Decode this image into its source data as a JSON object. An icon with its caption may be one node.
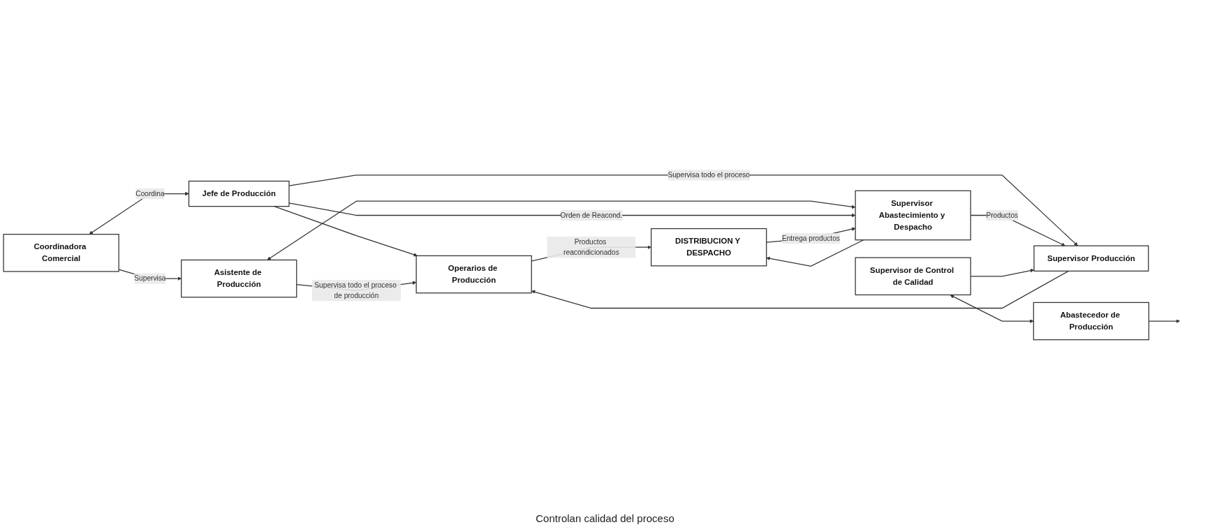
{
  "diagram": {
    "nodes": [
      {
        "text": [
          "Coordinadora Comercial"
        ]
      },
      {
        "text": [
          "Asistente de Producción"
        ]
      },
      {
        "text": [
          "Jefe de Producción"
        ]
      },
      {
        "text": [
          "Supervisor Abastecimiento y Despacho"
        ]
      },
      {
        "text": [
          "Supervisor Producción"
        ]
      },
      {
        "text": [
          "Operarios de Producción"
        ]
      },
      {
        "text": [
          "Supervisor de Control de Calidad"
        ]
      },
      {
        "text": [
          "Abastecedor de Producción"
        ]
      },
      {
        "text": [
          "DISTRIBUCION Y DESPACHO"
        ]
      }
    ],
    "edges": [
      {
        "from": 0,
        "to": 1,
        "arrow": "to",
        "label": "Supervisa"
      },
      {
        "from": 0,
        "to": 2,
        "arrow": "both",
        "label": "Coordina"
      },
      {
        "from": 2,
        "to": 4,
        "arrow": "to",
        "label": "Supervisa todo el proceso"
      },
      {
        "from": 2,
        "to": 5,
        "arrow": "to"
      },
      {
        "from": 1,
        "to": 5,
        "arrow": "to",
        "label": "Supervisa todo el proceso de producción"
      },
      {
        "from": 1,
        "to": 3,
        "arrow": "both"
      },
      {
        "from": 2,
        "to": 3,
        "arrow": "to",
        "label": "Orden de Reacond."
      },
      {
        "from": 3,
        "to": 4,
        "arrow": "to",
        "label": "Productos"
      },
      {
        "from": 6,
        "to": 4,
        "arrow": "to"
      },
      {
        "from": 4,
        "to": 5,
        "arrow": "to"
      },
      {
        "from": 6,
        "to": 7,
        "arrow": "both"
      },
      {
        "from": 7,
        "to": null,
        "arrow": "to"
      },
      {
        "from": 5,
        "to": 8,
        "arrow": "to",
        "label": "Productos reacondicionados"
      },
      {
        "from": 3,
        "to": 8,
        "arrow": "to"
      },
      {
        "from": 8,
        "to": 3,
        "arrow": "to",
        "label": "Entrega productos"
      }
    ],
    "labels": [
      "Controlan calidad del proceso"
    ]
  }
}
